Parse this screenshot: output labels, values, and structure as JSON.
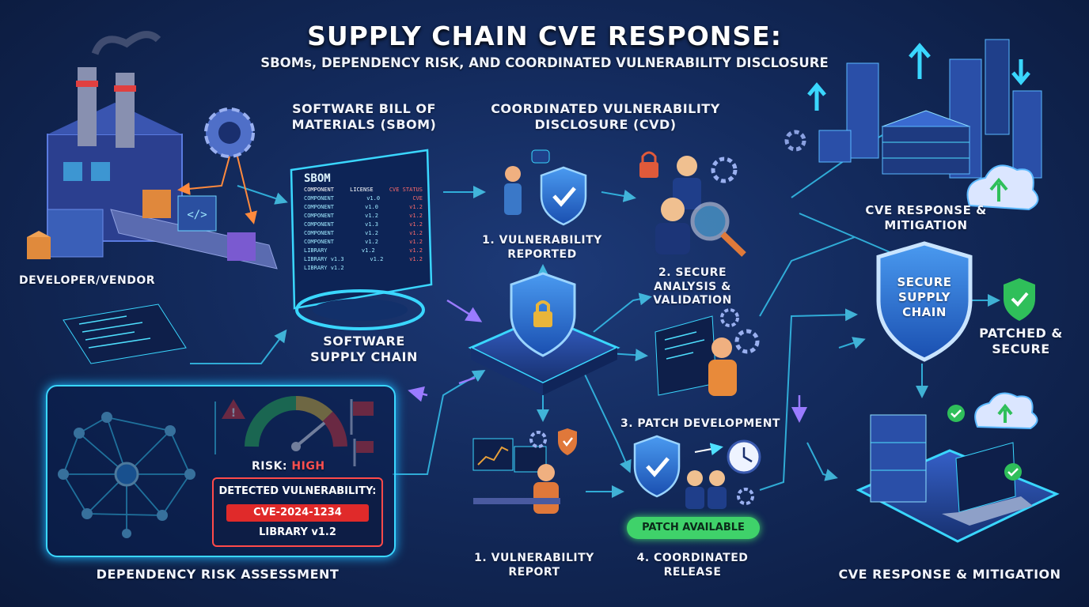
{
  "title": "SUPPLY CHAIN CVE RESPONSE:",
  "subtitle": "SBOMs, DEPENDENCY RISK, AND COORDINATED VULNERABILITY DISCLOSURE",
  "labels": {
    "developer": "DEVELOPER/VENDOR",
    "sbom": "SOFTWARE BILL OF MATERIALS (SBOM)",
    "cvd": "COORDINATED VULNERABILITY DISCLOSURE (CVD)",
    "vuln_reported": "1. VULNERABILITY REPORTED",
    "secure_analysis": "2. SECURE ANALYSIS & VALIDATION",
    "supply_chain": "SOFTWARE SUPPLY CHAIN",
    "patch_dev": "3. PATCH DEVELOPMENT",
    "vuln_report": "1. VULNERABILITY REPORT",
    "coordinated_release": "4. COORDINATED RELEASE",
    "cve_response_top": "CVE RESPONSE & MITIGATION",
    "secure_chain": "SECURE SUPPLY CHAIN",
    "patched": "PATCHED & SECURE",
    "cve_response_bottom": "CVE RESPONSE & MITIGATION",
    "dependency": "DEPENDENCY RISK ASSESSMENT"
  },
  "risk": {
    "label": "RISK:",
    "value": "HIGH"
  },
  "vulnerability": {
    "heading": "DETECTED VULNERABILITY:",
    "cve": "CVE-2024-1234",
    "library": "LIBRARY v1.2"
  },
  "patch_badge": "PATCH AVAILABLE",
  "sbom_screen": {
    "title": "SBOM",
    "headers": [
      "COMPONENT",
      "LICENSE",
      "CVE STATUS"
    ],
    "rows": [
      [
        "COMPONENT",
        "v1.0",
        "CVE"
      ],
      [
        "COMPONENT",
        "v1.0",
        "v1.2"
      ],
      [
        "COMPONENT",
        "v1.2",
        "v1.2"
      ],
      [
        "COMPONENT",
        "v1.3",
        "v1.2"
      ],
      [
        "COMPONENT",
        "v1.2",
        "v1.2"
      ],
      [
        "COMPONENT",
        "v1.2",
        "v1.2"
      ],
      [
        "LIBRARY",
        "v1.2",
        "v1.2"
      ],
      [
        "LIBRARY v1.3",
        "v1.2",
        "v1.2"
      ],
      [
        "LIBRARY v1.2",
        "",
        ""
      ]
    ]
  },
  "colors": {
    "accent": "#3ad7ff",
    "alert": "#e02a2a",
    "success": "#3fd26a",
    "shield": "#2f73d9"
  }
}
